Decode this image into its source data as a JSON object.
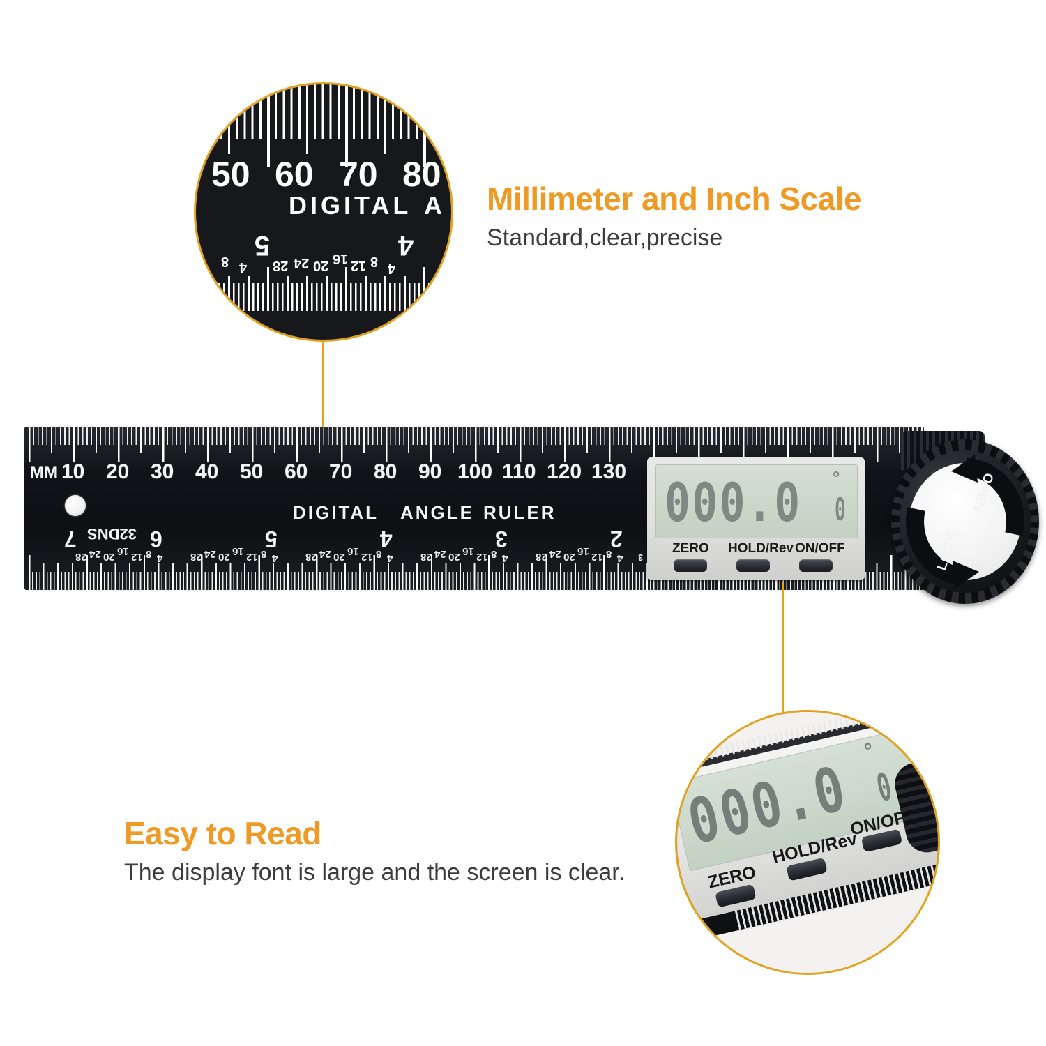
{
  "product": {
    "name": "Digital Angle Ruler",
    "brand_line": "DIGITAL  ANGLE  RULER",
    "brand_words": [
      "DIGITAL",
      "ANGLE",
      "RULER"
    ]
  },
  "features": [
    {
      "id": "scale",
      "title": "Millimeter and Inch Scale",
      "subtitle": "Standard,clear,precise"
    },
    {
      "id": "display",
      "title": "Easy to Read",
      "subtitle": "The display font is large and the screen is clear."
    }
  ],
  "colors": {
    "accent": "#EF9A24",
    "callout_border": "#E3A11C",
    "body_text": "#3C3C3C",
    "ruler_black": "#15161a",
    "lcd_green": "#cbd8cb",
    "lcd_digit": "#7d8a83",
    "background": "#FFFFFF"
  },
  "ruler": {
    "unit_label": "MM",
    "mm_labels": [
      "10",
      "20",
      "30",
      "40",
      "50",
      "60",
      "70",
      "80",
      "90",
      "100",
      "110",
      "120",
      "130"
    ],
    "inch_unit_label": "32DNS",
    "inch_labels": [
      "7",
      "6",
      "5",
      "4",
      "3",
      "2"
    ],
    "inch_fraction_labels": [
      "4",
      "8",
      "12",
      "16",
      "20",
      "24",
      "28"
    ],
    "max_mm": 135
  },
  "lcd": {
    "value": "000.0",
    "degree_symbol": "°",
    "mode_indicator": "0",
    "buttons": [
      {
        "label": "ZERO",
        "name": "zero"
      },
      {
        "label": "HOLD/Rev",
        "name": "hold-rev"
      },
      {
        "label": "ON/OFF",
        "name": "on-off"
      }
    ]
  },
  "knob": {
    "open_label": "OPEN",
    "lock_label": "LOCK"
  },
  "callouts": {
    "top": {
      "mm_labels": [
        "50",
        "60",
        "70",
        "80"
      ],
      "brand_text": "DIGITAL",
      "brand_tail": "A",
      "inch_labels": [
        "5",
        "4"
      ],
      "fraction_labels": [
        "8",
        "4",
        "28",
        "24",
        "20",
        "16",
        "12",
        "8",
        "4"
      ]
    },
    "bottom": {
      "value": "000.0",
      "degree_symbol": "°",
      "mode_indicator": "0",
      "buttons": [
        "ZERO",
        "HOLD/Rev",
        "ON/OFF"
      ]
    }
  }
}
